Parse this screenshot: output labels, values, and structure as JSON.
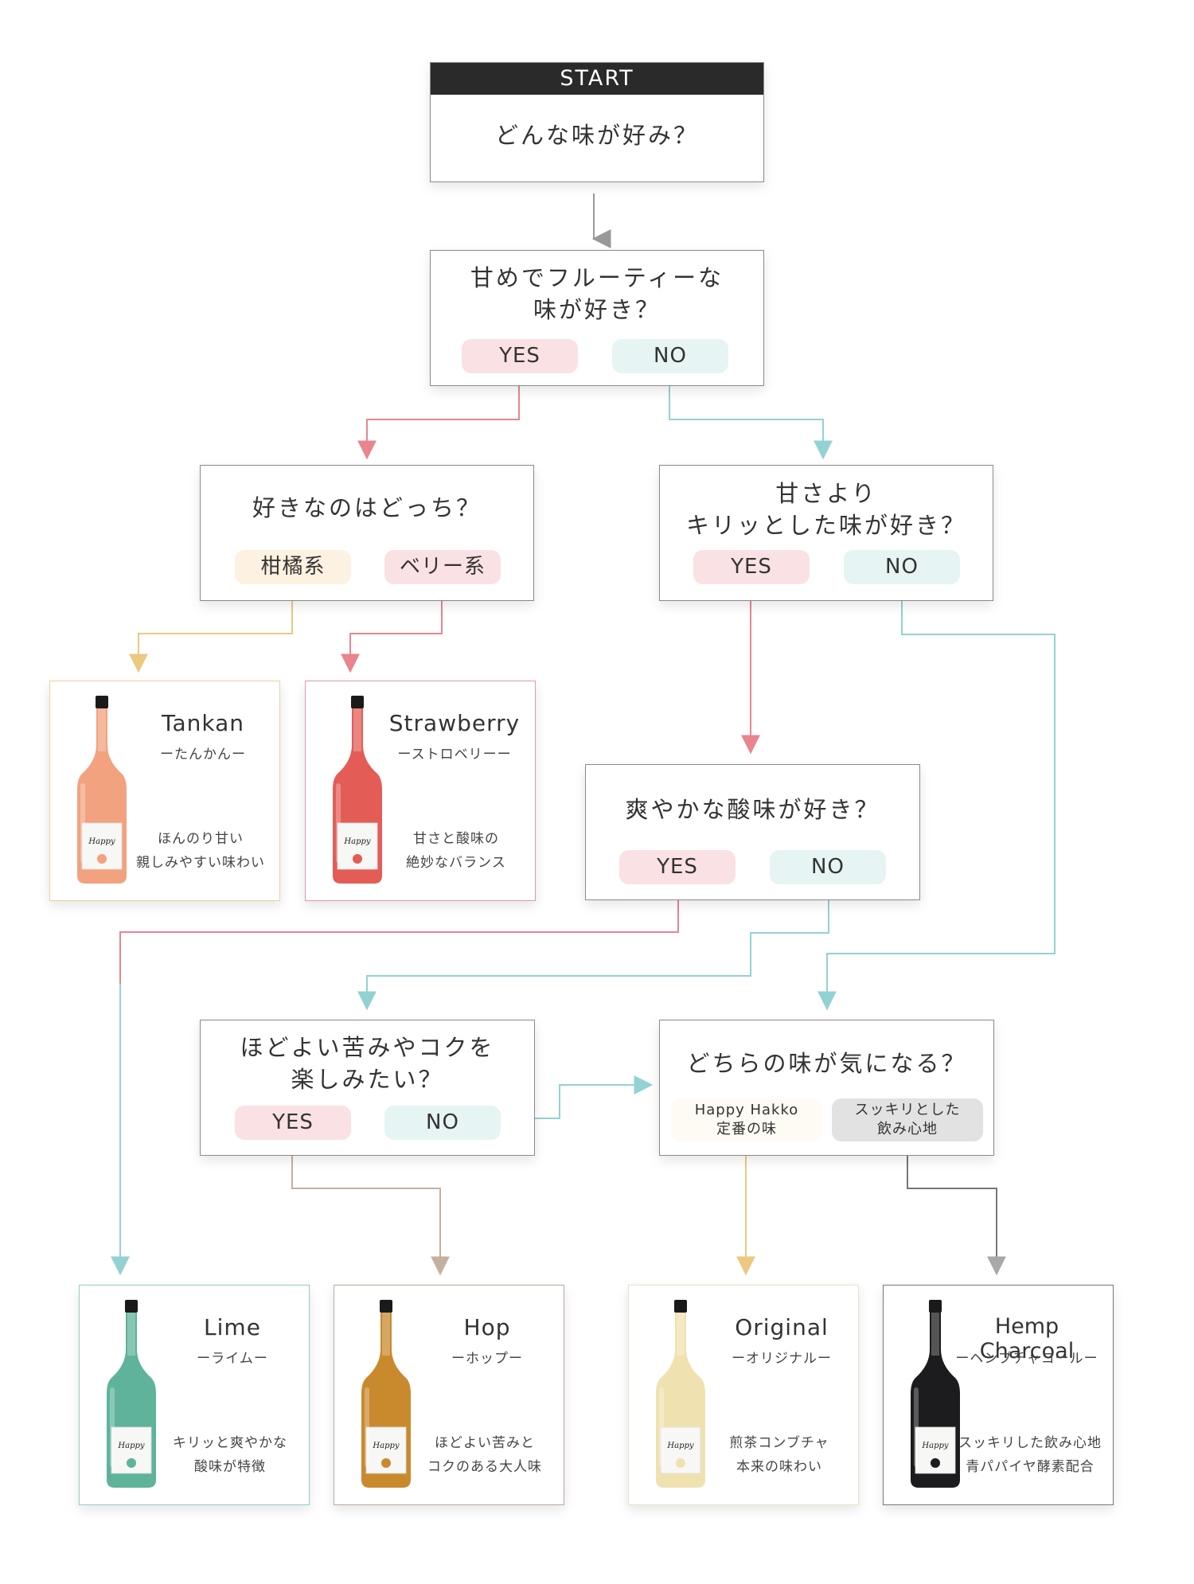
{
  "start": {
    "label": "START",
    "question": "どんな味が好み？"
  },
  "q1": {
    "question": "甘めでフルーティーな\n味が好き？",
    "yes": "YES",
    "no": "NO"
  },
  "q2": {
    "question": "好きなのはどっち？",
    "opt_a": "柑橘系",
    "opt_b": "ベリー系"
  },
  "q3": {
    "question": "甘さより\nキリッとした味が好き？",
    "yes": "YES",
    "no": "NO"
  },
  "q4": {
    "question": "爽やかな酸味が好き？",
    "yes": "YES",
    "no": "NO"
  },
  "q5": {
    "question": "ほどよい苦みやコクを\n楽しみたい？",
    "yes": "YES",
    "no": "NO"
  },
  "q6": {
    "question": "どちらの味が気になる？",
    "opt_a_line1": "Happy Hakko",
    "opt_a_line2": "定番の味",
    "opt_b_line1": "スッキリとした",
    "opt_b_line2": "飲み心地"
  },
  "products": {
    "tankan": {
      "name": "Tankan",
      "sub": "ーたんかんー",
      "desc": "ほんのり甘い\n親しみやすい味わい",
      "border": "#ecd39b",
      "liquid": "#f2a27e"
    },
    "strawberry": {
      "name": "Strawberry",
      "sub": "ーストロベリーー",
      "desc": "甘さと酸味の\n絶妙なバランス",
      "border": "#e49aa2",
      "liquid": "#e35d56"
    },
    "lime": {
      "name": "Lime",
      "sub": "ーライムー",
      "desc": "キリッと爽やかな\n酸味が特徴",
      "border": "#8fd0cc",
      "liquid": "#5fb39a"
    },
    "hop": {
      "name": "Hop",
      "sub": "ーホップー",
      "desc": "ほどよい苦みと\nコクのある大人味",
      "border": "#b9a99a",
      "liquid": "#c98a2e"
    },
    "original": {
      "name": "Original",
      "sub": "ーオリジナルー",
      "desc": "煎茶コンブチャ\n本来の味わい",
      "border": "#eae3c4",
      "liquid": "#f0e2b0"
    },
    "hemp": {
      "name": "Hemp Charcoal",
      "sub": "ーヘンプチャコールー",
      "desc": "スッキリした飲み心地\n青パパイヤ酵素配合",
      "border": "#777777",
      "liquid": "#1c1c1e"
    }
  },
  "colors": {
    "arrow_grey": "#999999",
    "arrow_pink": "#e8858f",
    "arrow_teal": "#93d2d3",
    "arrow_yellow": "#ecc980",
    "arrow_tan": "#c4b09e",
    "arrow_lightgrey": "#a9a9a9"
  }
}
